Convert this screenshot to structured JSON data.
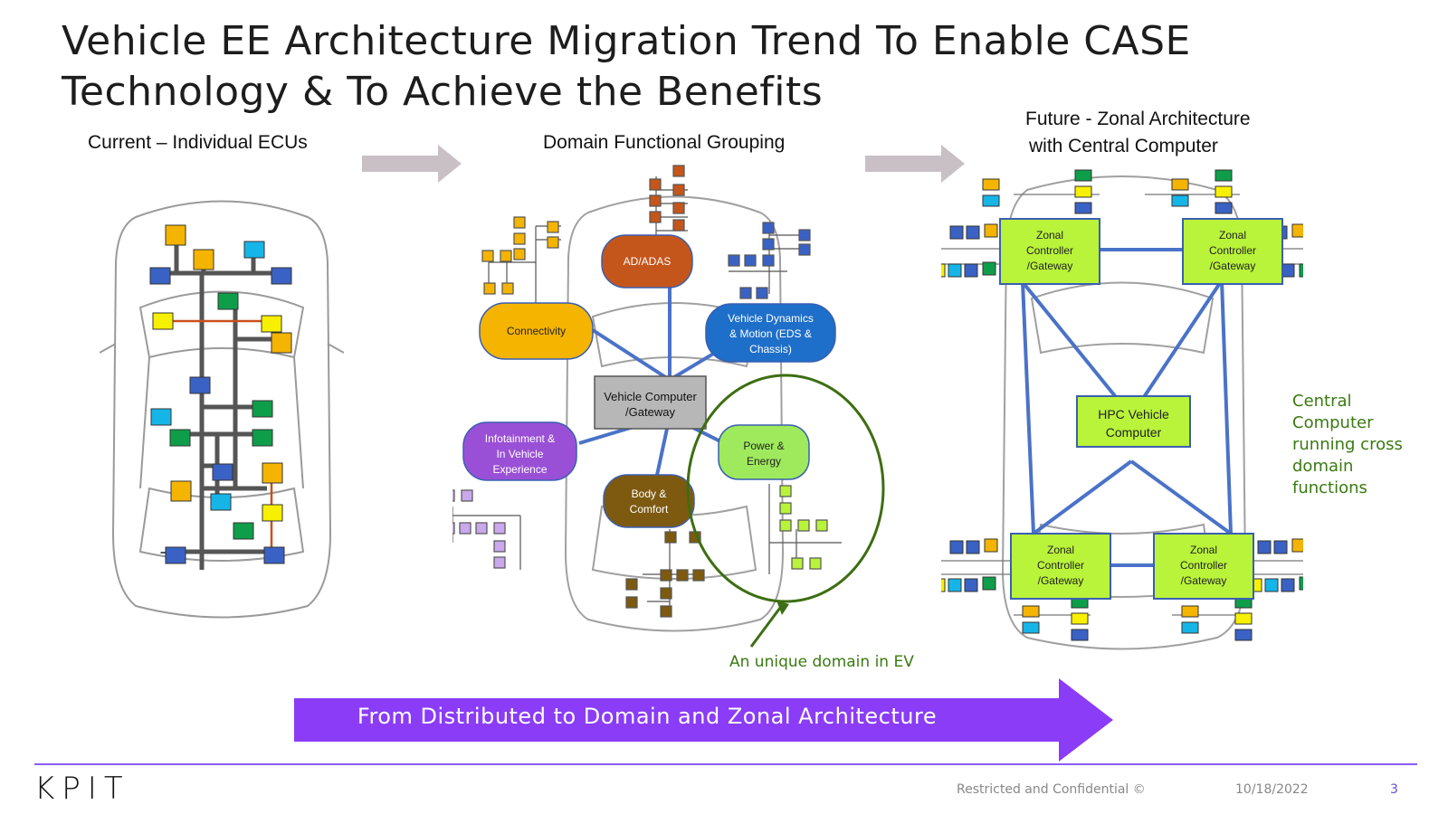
{
  "title": {
    "line1": "Vehicle EE Architecture Migration Trend To Enable CASE",
    "line2": "Technology & To Achieve the Benefits"
  },
  "sections": {
    "current": "Current – Individual ECUs",
    "domain": "Domain Functional Grouping",
    "future_line1": "Future - Zonal Architecture",
    "future_line2": "with Central Computer"
  },
  "domains": {
    "adas": "AD/ADAS",
    "connectivity": "Connectivity",
    "vehicle_dynamics": [
      "Vehicle Dynamics",
      "& Motion (EDS &",
      "Chassis)"
    ],
    "vehicle_computer": [
      "Vehicle Computer",
      "/Gateway"
    ],
    "infotainment": [
      "Infotainment &",
      "In Vehicle",
      "Experience"
    ],
    "body": [
      "Body &",
      "Comfort"
    ],
    "power": [
      "Power &",
      "Energy"
    ]
  },
  "zonal": {
    "controller": [
      "Zonal",
      "Controller",
      "/Gateway"
    ],
    "hpc": [
      "HPC Vehicle",
      "Computer"
    ]
  },
  "central_note": [
    "Central",
    "Computer",
    "running cross",
    "domain",
    "functions"
  ],
  "ev_note": "An unique domain in EV",
  "banner": "From Distributed to Domain and Zonal Architecture",
  "footer": {
    "logo": "KPIT",
    "confidential": "Restricted and Confidential ©",
    "date": "10/18/2022",
    "page": "3"
  },
  "colors": {
    "orange_ecu": "#f5b400",
    "blue_ecu": "#3a62c4",
    "cyan_ecu": "#16b5e8",
    "green_ecu": "#0e9e4a",
    "yellow_ecu": "#f7f000",
    "adas": "#c5561b",
    "connectivity": "#f5b400",
    "dynamics": "#1e6fc9",
    "computer": "#b7b7b7",
    "infotainment": "#9a50d6",
    "body": "#7d5a10",
    "power": "#9eea5c",
    "zonal": "#b9f33a",
    "banner": "#8b3cf6",
    "note_green": "#3a7a12"
  }
}
